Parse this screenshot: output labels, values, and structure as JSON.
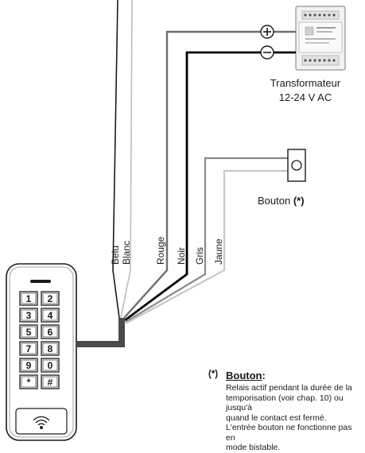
{
  "wires": [
    {
      "label": "Belu",
      "color": "#1a1a1a"
    },
    {
      "label": "Blanc",
      "color": "#bdbdbd"
    },
    {
      "label": "Rouge",
      "color": "#6e6e6e"
    },
    {
      "label": "Noir",
      "color": "#000000"
    },
    {
      "label": "Gris",
      "color": "#8a8a8a"
    },
    {
      "label": "Jaune",
      "color": "#c8c8c8"
    }
  ],
  "transformer": {
    "label_line1": "Transformateur",
    "label_line2": "12-24 V AC",
    "plus_symbol": "+",
    "minus_symbol": "−"
  },
  "button": {
    "label": "Bouton",
    "marker": "(*)"
  },
  "keypad": {
    "keys": [
      "1",
      "2",
      "3",
      "4",
      "5",
      "6",
      "7",
      "8",
      "9",
      "0",
      "*",
      "#"
    ],
    "reader_icon": "contactless-icon"
  },
  "note": {
    "marker": "(*)",
    "title": "Bouton",
    "title_suffix": ":",
    "lines": [
      "Relais actif pendant la durée de la",
      "temporisation (voir chap. 10) ou jusqu'à",
      "quand le contact est fermé.",
      "L'entrée bouton ne fonctionne pas en",
      "mode bistable."
    ]
  }
}
